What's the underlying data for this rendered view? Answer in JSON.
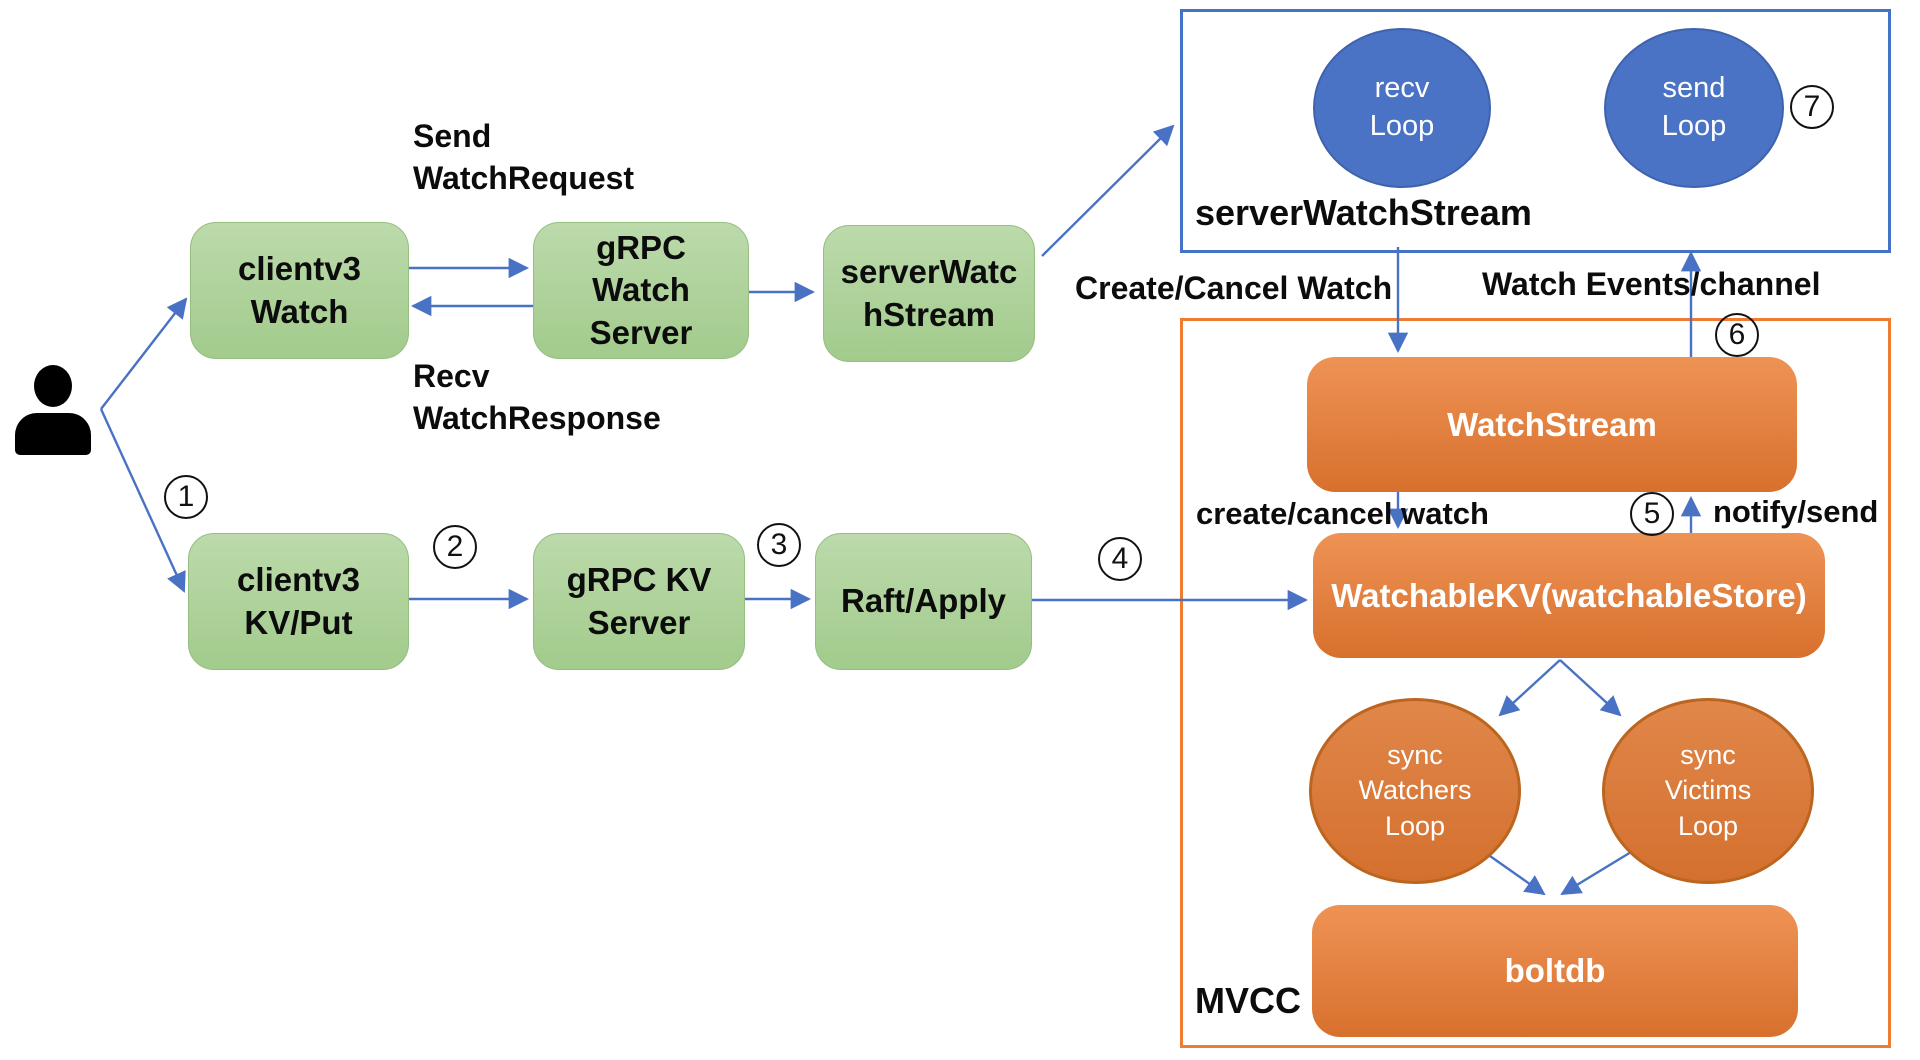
{
  "colors": {
    "accent_blue": "#4a72c4",
    "frame_blue": "#4472c4",
    "frame_orange": "#ed7d31",
    "green_top": "#bcdaab",
    "green_bottom": "#a2cb8c",
    "green_border": "#96be80",
    "orange_top": "#ee9355",
    "orange_bottom": "#d8702d",
    "ellipse_fill_top": "#e0874a",
    "ellipse_fill_bottom": "#d4702e",
    "ellipse_border": "#bc651f",
    "circle_blue": "#4a73c6",
    "circle_border": "#3f62ad",
    "text_black": "#0c0c0c",
    "text_white": "#ffffff"
  },
  "icons": {
    "person": "person-icon"
  },
  "nodes": {
    "green": [
      {
        "id": "clientv3-watch",
        "label": "clientv3\nWatch"
      },
      {
        "id": "grpc-watch-server",
        "label": "gRPC\nWatch\nServer"
      },
      {
        "id": "server-watch-stream-box",
        "label": "serverWatc\nhStream"
      },
      {
        "id": "clientv3-kv-put",
        "label": "clientv3\nKV/Put"
      },
      {
        "id": "grpc-kv-server",
        "label": "gRPC KV\nServer"
      },
      {
        "id": "raft-apply",
        "label": "Raft/Apply"
      }
    ],
    "blue_circles": [
      {
        "id": "recv-loop",
        "label": "recv\nLoop"
      },
      {
        "id": "send-loop",
        "label": "send\nLoop"
      }
    ],
    "orange_boxes": [
      {
        "id": "watch-stream",
        "label": "WatchStream"
      },
      {
        "id": "watchable-kv",
        "label": "WatchableKV(watchableStore)"
      },
      {
        "id": "boltdb",
        "label": "boltdb"
      }
    ],
    "orange_ellipses": [
      {
        "id": "sync-watchers-loop",
        "label": "sync\nWatchers\nLoop"
      },
      {
        "id": "sync-victims-loop",
        "label": "sync\nVictims\nLoop"
      }
    ]
  },
  "groups": {
    "server_watch_stream": "serverWatchStream",
    "mvcc": "MVCC"
  },
  "edge_labels": {
    "send_watch_request": "Send\nWatchRequest",
    "recv_watch_response": "Recv\nWatchResponse",
    "create_cancel_watch": "Create/Cancel Watch",
    "watch_events_channel": "Watch Events/channel",
    "create_cancel_watch_lower": "create/cancel watch",
    "notify_send": "notify/send"
  },
  "steps": [
    "1",
    "2",
    "3",
    "4",
    "5",
    "6",
    "7"
  ]
}
